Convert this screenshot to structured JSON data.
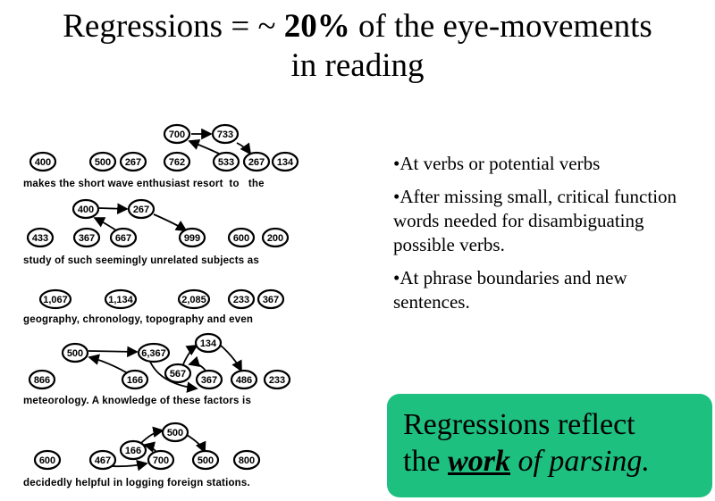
{
  "title": {
    "line1_pre": "Regressions = ~ ",
    "line1_bold": "20%",
    "line1_post": " of the eye-movements",
    "line2": "in reading"
  },
  "diagram": {
    "rows": [
      {
        "sentence": "makes the short wave enthusiast resort  to   the",
        "fixations": [
          "400",
          "500",
          "267",
          "762",
          "533",
          "267",
          "134",
          "700",
          "733"
        ]
      },
      {
        "sentence": "study of such seemingly unrelated subjects as",
        "fixations": [
          "433",
          "367",
          "667",
          "999",
          "600",
          "200",
          "400",
          "267"
        ]
      },
      {
        "sentence": "geography, chronology, topography and even",
        "fixations": [
          "1,067",
          "1,134",
          "2,085",
          "233",
          "367"
        ]
      },
      {
        "sentence": "meteorology. A knowledge of these factors is",
        "fixations": [
          "866",
          "166",
          "486",
          "233",
          "500",
          "6,367",
          "134",
          "567",
          "367"
        ]
      },
      {
        "sentence": "decidedly helpful in logging foreign stations.",
        "fixations": [
          "600",
          "467",
          "700",
          "500",
          "800",
          "166",
          "500"
        ]
      }
    ]
  },
  "bullets": [
    "•At verbs or potential verbs",
    "•After missing small, critical function words needed for disambiguating possible verbs.",
    "•At phrase boundaries and new sentences."
  ],
  "callout": {
    "line1": "Regressions reflect",
    "line2_pre": "the ",
    "line2_bold": "work",
    "line2_post": " of parsing."
  },
  "colors": {
    "callout_bg": "#1ec080"
  }
}
